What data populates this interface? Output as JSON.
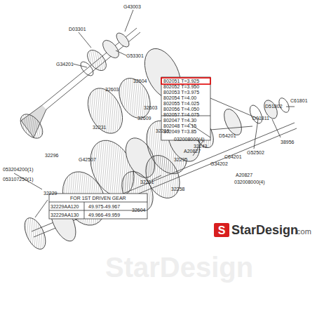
{
  "diagram": {
    "labels": [
      "G43003",
      "D03301",
      "G53301",
      "G34201",
      "32604",
      "32603",
      "32609",
      "32603",
      "32219",
      "32231",
      "053204200(1)",
      "053107250(1)",
      "32296",
      "G42507",
      "32229",
      "FOR 1ST DRIVEN GEAR",
      "32229AA120",
      "49.975-49.967",
      "32229AA130",
      "49.966-49.959",
      "802051 T=3.925",
      "802052 T=3.950",
      "802053 T=3.975",
      "802054 T=4.00",
      "802055 T=4.025",
      "802056 T=4.050",
      "802057 T=4.075",
      "802047 T=4.30",
      "802048 T=4.15",
      "802049 T=3.85",
      "032008000(4)",
      "32243",
      "A20827",
      "D54201",
      "D01811",
      "D51802",
      "C61801",
      "38956",
      "G52502",
      "C64201",
      "32295",
      "G34202",
      "A20827",
      "032008000(4)",
      "32251",
      "32258",
      "32604",
      "StarDesign",
      ".com",
      "StarDesign"
    ]
  }
}
